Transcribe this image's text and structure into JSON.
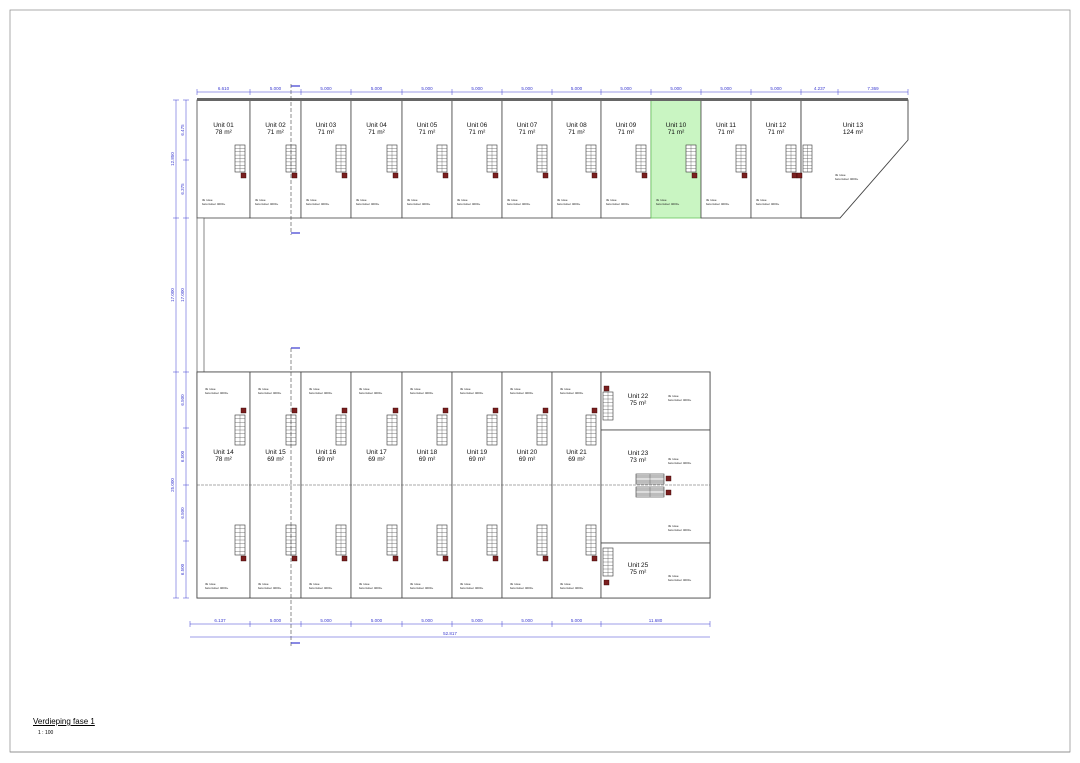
{
  "drawing": {
    "title": "Verdieping fase 1",
    "scale": "1 : 100",
    "highlight_color": "#c9f5c2",
    "dimension_color": "#3a3ad0",
    "floor_note_line1": "3k ruwe",
    "floor_note_line2": "betonvloer 4000+"
  },
  "top_block": {
    "units": [
      {
        "name": "Unit 01",
        "area": "78 m²",
        "highlighted": false
      },
      {
        "name": "Unit 02",
        "area": "71 m²",
        "highlighted": false
      },
      {
        "name": "Unit 03",
        "area": "71 m²",
        "highlighted": false
      },
      {
        "name": "Unit 04",
        "area": "71 m²",
        "highlighted": false
      },
      {
        "name": "Unit 05",
        "area": "71 m²",
        "highlighted": false
      },
      {
        "name": "Unit 06",
        "area": "71 m²",
        "highlighted": false
      },
      {
        "name": "Unit 07",
        "area": "71 m²",
        "highlighted": false
      },
      {
        "name": "Unit 08",
        "area": "71 m²",
        "highlighted": false
      },
      {
        "name": "Unit 09",
        "area": "71 m²",
        "highlighted": false
      },
      {
        "name": "Unit 10",
        "area": "71 m²",
        "highlighted": true
      },
      {
        "name": "Unit 11",
        "area": "71 m²",
        "highlighted": false
      },
      {
        "name": "Unit 12",
        "area": "71 m²",
        "highlighted": false
      },
      {
        "name": "Unit 13",
        "area": "124 m²",
        "highlighted": false
      }
    ],
    "dimensions": [
      "6.610",
      "5.000",
      "5.000",
      "5.000",
      "5.000",
      "5.000",
      "5.000",
      "5.000",
      "5.000",
      "5.000",
      "5.000",
      "5.000",
      "4.237",
      "7.369"
    ]
  },
  "bottom_block": {
    "units": [
      {
        "name": "Unit 14",
        "area": "78 m²"
      },
      {
        "name": "Unit 15",
        "area": "69 m²"
      },
      {
        "name": "Unit 16",
        "area": "69 m²"
      },
      {
        "name": "Unit 17",
        "area": "69 m²"
      },
      {
        "name": "Unit 18",
        "area": "69 m²"
      },
      {
        "name": "Unit 19",
        "area": "69 m²"
      },
      {
        "name": "Unit 20",
        "area": "69 m²"
      },
      {
        "name": "Unit 21",
        "area": "69 m²"
      },
      {
        "name": "Unit 22",
        "area": "75 m²"
      },
      {
        "name": "Unit 23",
        "area": "73 m²"
      },
      {
        "name": "Unit 25",
        "area": "75 m²"
      }
    ],
    "dimensions": [
      "6.137",
      "5.000",
      "5.000",
      "5.000",
      "5.000",
      "5.000",
      "5.000",
      "5.000",
      "11.680"
    ],
    "total_dimension": "52.817"
  },
  "left_dimensions": {
    "inner": [
      "6.475",
      "6.375",
      "17.000",
      "6.500",
      "6.500",
      "6.500",
      "6.500"
    ],
    "outer": [
      "12.850",
      "17.000",
      "25.000"
    ]
  }
}
